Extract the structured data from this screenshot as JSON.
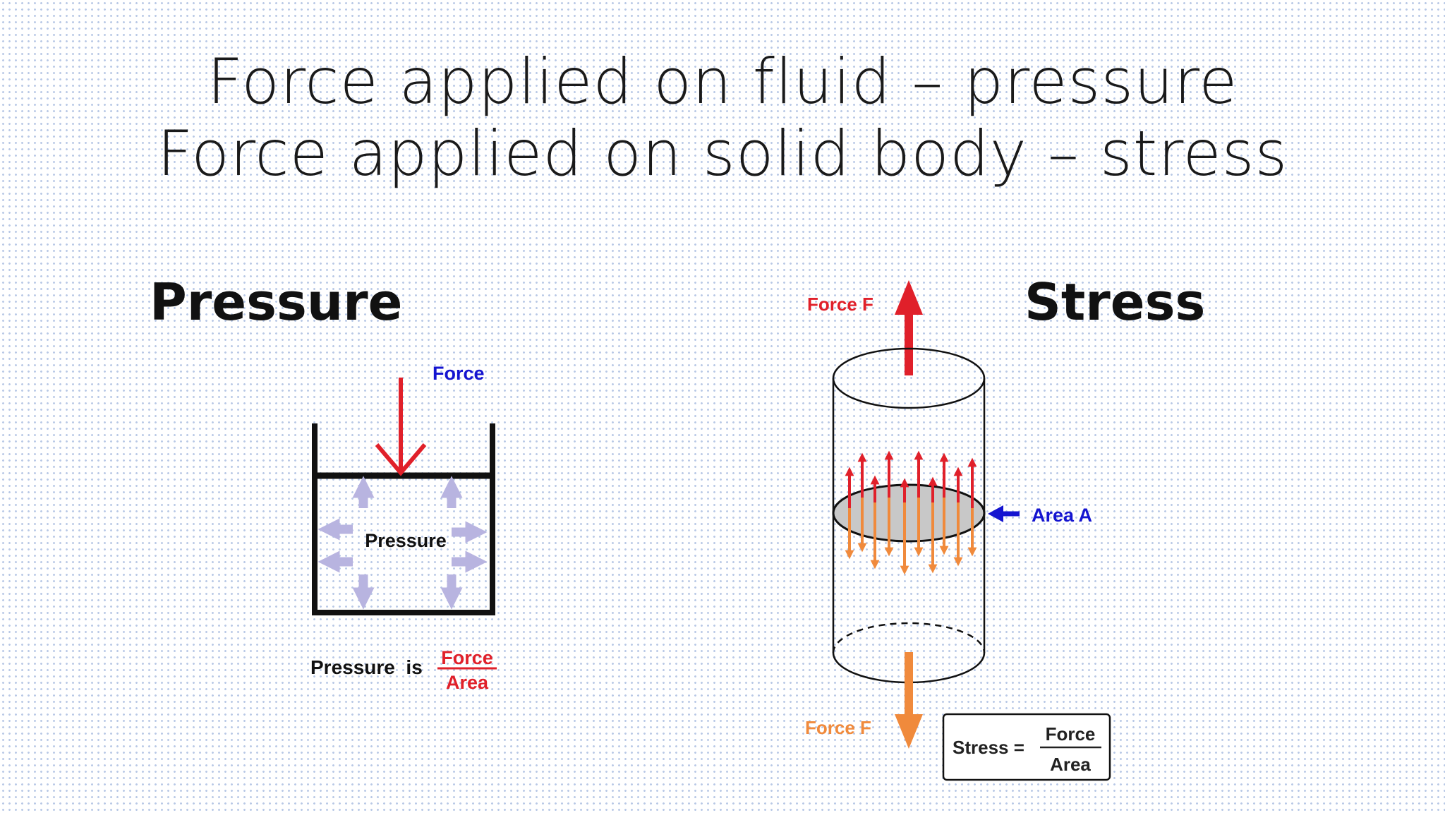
{
  "slide": {
    "title_line1": "Force applied on fluid – pressure",
    "title_line2": "Force applied on solid body – stress"
  },
  "pressure": {
    "heading": "Pressure",
    "force_label": "Force",
    "inside_label": "Pressure",
    "formula_prefix": "Pressure  is",
    "numerator": "Force",
    "denominator": "Area"
  },
  "stress": {
    "heading": "Stress",
    "force_top_label": "Force F",
    "force_bottom_label": "Force F",
    "area_label": "Area A",
    "formula_prefix": "Stress =",
    "numerator": "Force",
    "denominator": "Area"
  },
  "colors": {
    "force_red": "#e0202a",
    "force_orange": "#f08a3c",
    "label_blue": "#1414d0",
    "pressure_arrow": "#b8b4e0",
    "area_fill": "#c8c8c8"
  }
}
